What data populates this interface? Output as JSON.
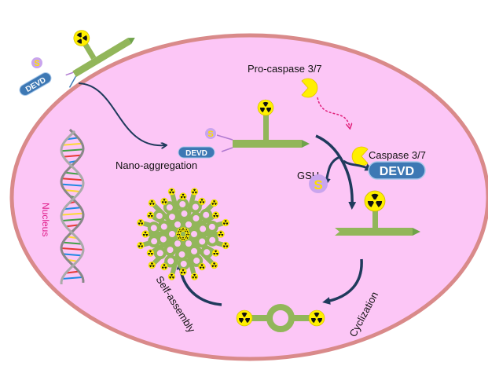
{
  "labels": {
    "pro_caspase": "Pro-caspase 3/7",
    "caspase": "Caspase 3/7",
    "gsh": "GSH",
    "nano_aggregation": "Nano-aggregation",
    "nucleus": "Nucleus",
    "self_assembly": "Self-assembly",
    "cyclization": "Cyclization"
  },
  "molecule_tags": {
    "peptide": "DEVD",
    "thiol": "S"
  },
  "colors": {
    "cell_fill": "#fcc6f6",
    "cell_border": "#d98a8a",
    "probe_green": "#92b65a",
    "arrow": "#1f3a5c",
    "peptide_blue": "#3d78b4",
    "thiol_purple": "#c9a5ee",
    "caspase_yellow": "#ffef00",
    "nucleus_text": "#e0208c",
    "dashed_arrow": "#e0207a"
  }
}
